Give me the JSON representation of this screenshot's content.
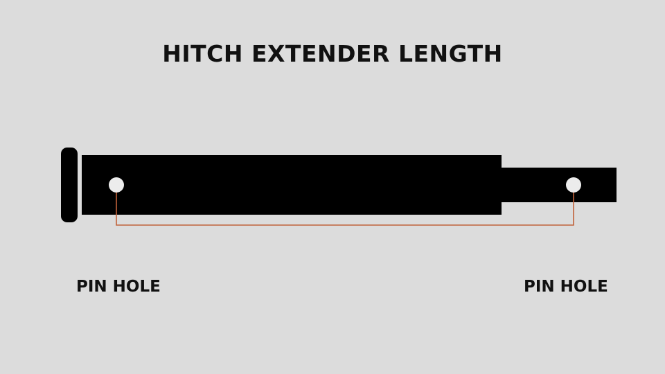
{
  "title": "HITCH EXTENDER LENGTH",
  "labels": {
    "left_pin_hole": "PIN HOLE",
    "right_pin_hole": "PIN HOLE"
  },
  "colors": {
    "background": "#dcdcdc",
    "extender_body": "#000000",
    "pin_hole": "#ececec",
    "measurement_line": "#c0623a",
    "text": "#111111"
  },
  "icons": {
    "left_hole": "pin-hole-icon",
    "right_hole": "pin-hole-icon"
  }
}
